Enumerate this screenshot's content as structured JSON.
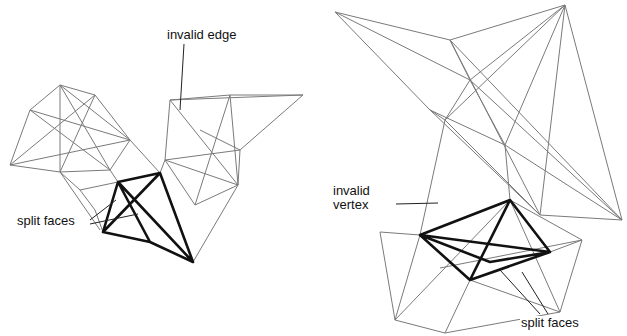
{
  "diagram": {
    "labels": [
      "invalid edge",
      "split faces",
      "invalid vertex",
      "split faces"
    ]
  }
}
